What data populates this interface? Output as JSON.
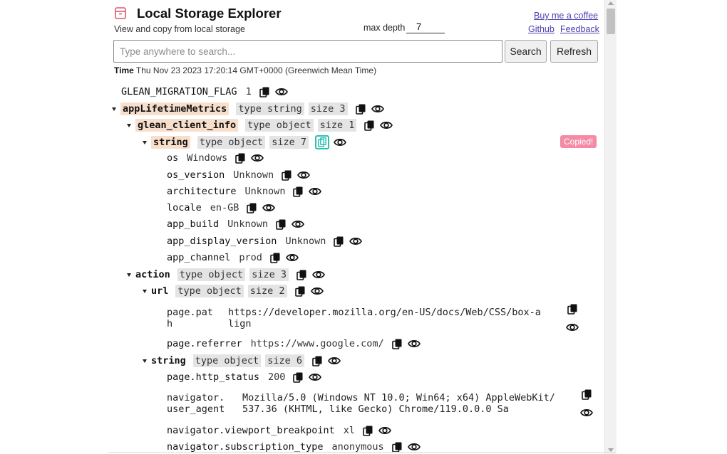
{
  "header": {
    "title": "Local Storage Explorer",
    "subtitle": "View and copy from local storage",
    "max_depth_label": "max depth",
    "max_depth_value": "7",
    "links": {
      "coffee": "Buy me a coffee",
      "github": "Github",
      "feedback": "Feedback"
    }
  },
  "search": {
    "placeholder": "Type anywhere to search...",
    "search_label": "Search",
    "refresh_label": "Refresh"
  },
  "time": {
    "label": "Time",
    "value": "Thu Nov 23 2023 17:20:14 GMT+0000 (Greenwich Mean Time)"
  },
  "copied_badge": "Copied!",
  "tree": {
    "glean_flag": {
      "key": "GLEAN_MIGRATION_FLAG",
      "value": "1"
    },
    "app_lifetime": {
      "key": "appLifetimeMetrics",
      "type": "type string",
      "size": "size 3"
    },
    "glean_client_info": {
      "key": "glean_client_info",
      "type": "type object",
      "size": "size 1"
    },
    "string1": {
      "key": "string",
      "type": "type object",
      "size": "size 7"
    },
    "os": {
      "key": "os",
      "value": "Windows"
    },
    "os_version": {
      "key": "os_version",
      "value": "Unknown"
    },
    "architecture": {
      "key": "architecture",
      "value": "Unknown"
    },
    "locale": {
      "key": "locale",
      "value": "en-GB"
    },
    "app_build": {
      "key": "app_build",
      "value": "Unknown"
    },
    "app_display_version": {
      "key": "app_display_version",
      "value": "Unknown"
    },
    "app_channel": {
      "key": "app_channel",
      "value": "prod"
    },
    "action": {
      "key": "action",
      "type": "type object",
      "size": "size 3"
    },
    "url": {
      "key": "url",
      "type": "type object",
      "size": "size 2"
    },
    "page_path": {
      "key_line1": "page.pat",
      "key_line2": "h",
      "value_line1": "https://developer.mozilla.org/en-US/docs/Web/CSS/box-a",
      "value_line2": "lign"
    },
    "page_referrer": {
      "key": "page.referrer",
      "value": "https://www.google.com/"
    },
    "string2": {
      "key": "string",
      "type": "type object",
      "size": "size 6"
    },
    "http_status": {
      "key": "page.http_status",
      "value": "200"
    },
    "user_agent": {
      "key_line1": "navigator.",
      "key_line2": "user_agent",
      "value_line1": "Mozilla/5.0 (Windows NT 10.0; Win64; x64) AppleWebKit/",
      "value_line2": "537.36 (KHTML, like Gecko) Chrome/119.0.0.0 Sa"
    },
    "viewport": {
      "key": "navigator.viewport_breakpoint",
      "value": "xl"
    },
    "subscription": {
      "key": "navigator.subscription_type",
      "value": "anonymous"
    }
  }
}
